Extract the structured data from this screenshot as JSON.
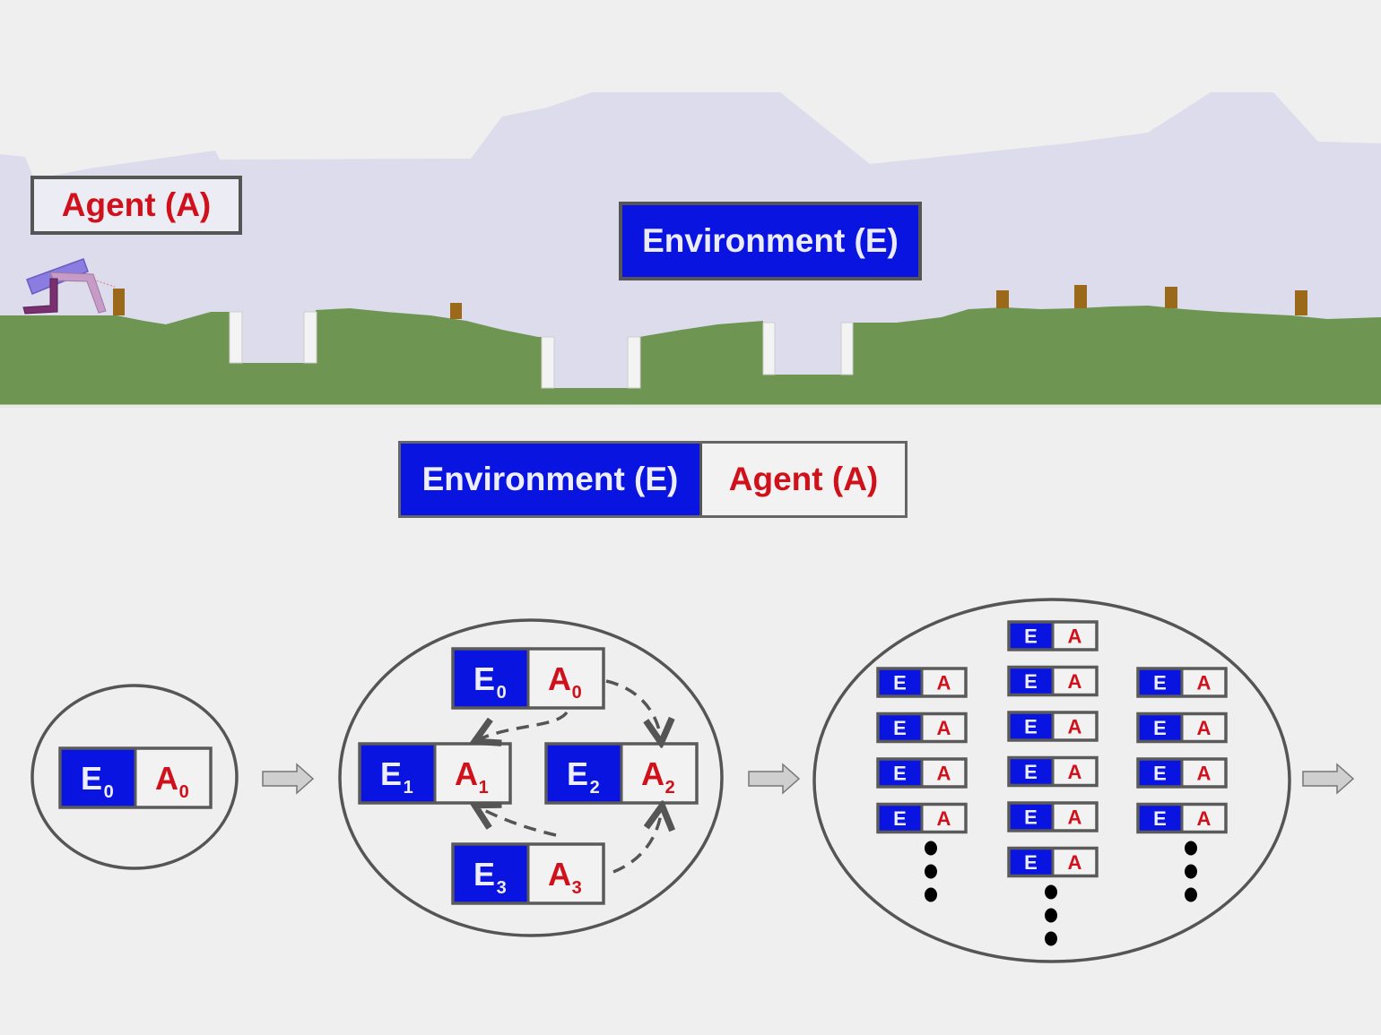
{
  "colors": {
    "background": "#efefef",
    "sky": "#dcdcec",
    "ground": "#6e9652",
    "stump": "#9a6a1a",
    "environment_blue": "#0a14e0",
    "agent_red": "#d0101a",
    "outline_gray": "#555555",
    "arrow_fill": "#cfcfcf",
    "dots": "#000000"
  },
  "top_scene": {
    "agent_label": "Agent (A)",
    "environment_label": "Environment (E)"
  },
  "pair_legend": {
    "environment": "Environment (E)",
    "agent": "Agent (A)"
  },
  "stages": [
    {
      "name": "single-pair",
      "pairs": [
        {
          "e": "E",
          "e_sub": "0",
          "a": "A",
          "a_sub": "0"
        }
      ]
    },
    {
      "name": "four-pairs-transfer",
      "pairs": [
        {
          "e": "E",
          "e_sub": "0",
          "a": "A",
          "a_sub": "0"
        },
        {
          "e": "E",
          "e_sub": "1",
          "a": "A",
          "a_sub": "1"
        },
        {
          "e": "E",
          "e_sub": "2",
          "a": "A",
          "a_sub": "2"
        },
        {
          "e": "E",
          "e_sub": "3",
          "a": "A",
          "a_sub": "3"
        }
      ],
      "transfers": [
        {
          "from": "A0",
          "to": "E1A1"
        },
        {
          "from": "A0",
          "to": "E2A2"
        },
        {
          "from": "A3",
          "to": "E1A1"
        },
        {
          "from": "A3",
          "to": "E2A2"
        }
      ]
    },
    {
      "name": "population",
      "columns": [
        {
          "pair_count": 4,
          "continues": true
        },
        {
          "pair_count": 6,
          "continues": true
        },
        {
          "pair_count": 4,
          "continues": true
        }
      ],
      "e_label": "E",
      "a_label": "A"
    }
  ],
  "progression_arrows": 3
}
